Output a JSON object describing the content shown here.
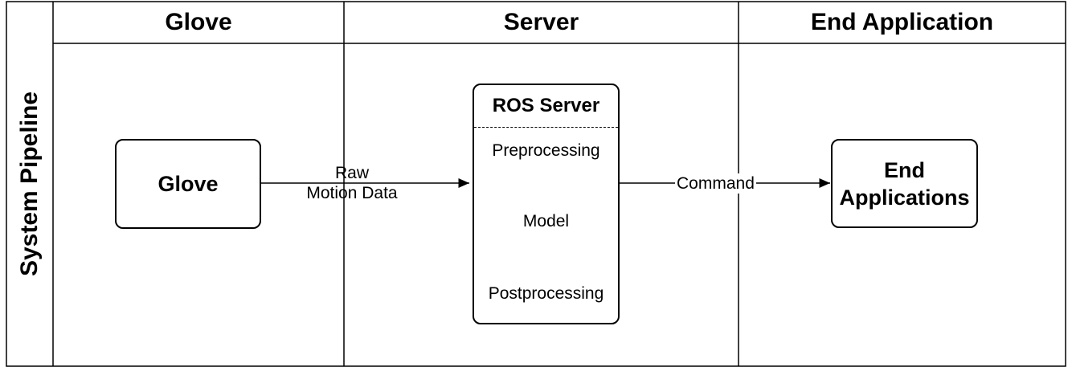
{
  "row_title": "System Pipeline",
  "lanes": [
    {
      "title": "Glove"
    },
    {
      "title": "Server"
    },
    {
      "title": "End Application"
    }
  ],
  "nodes": {
    "glove": "Glove",
    "ros_server": {
      "title": "ROS Server",
      "steps": [
        "Preprocessing",
        "Model",
        "Postprocessing"
      ]
    },
    "end_applications": {
      "line1": "End",
      "line2": "Applications"
    }
  },
  "edges": {
    "raw_motion": {
      "line1": "Raw",
      "line2": "Motion Data"
    },
    "command": "Command"
  }
}
